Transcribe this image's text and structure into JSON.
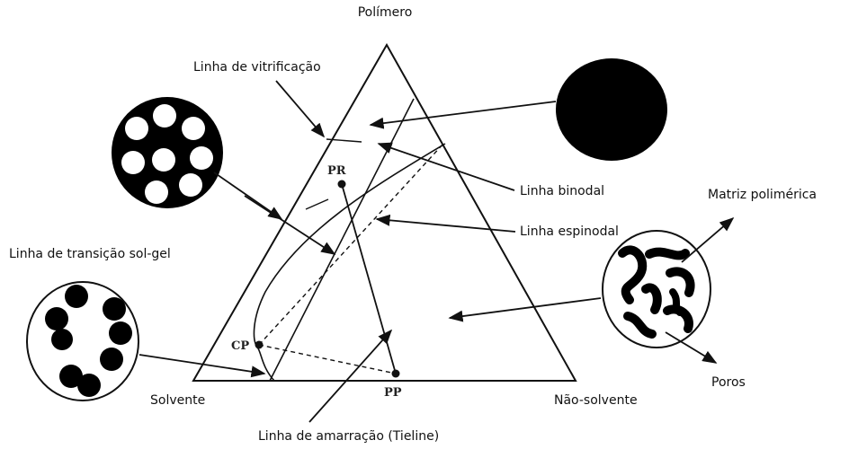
{
  "vertices": {
    "top": "Polímero",
    "left": "Solvente",
    "right": "Não-solvente"
  },
  "lines": {
    "vitrification": "Linha de vitrificação",
    "binodal": "Linha binodal",
    "spinodal": "Linha espinodal",
    "sol_gel": "Linha de transição sol-gel",
    "tieline": "Linha de amarração (Tieline)"
  },
  "points": {
    "pr": "PR",
    "cp": "CP",
    "pp": "PP"
  },
  "morphology": {
    "matrix": "Matriz polimérica",
    "pores": "Poros"
  },
  "colors": {
    "ink": "#111111",
    "background": "#ffffff"
  }
}
